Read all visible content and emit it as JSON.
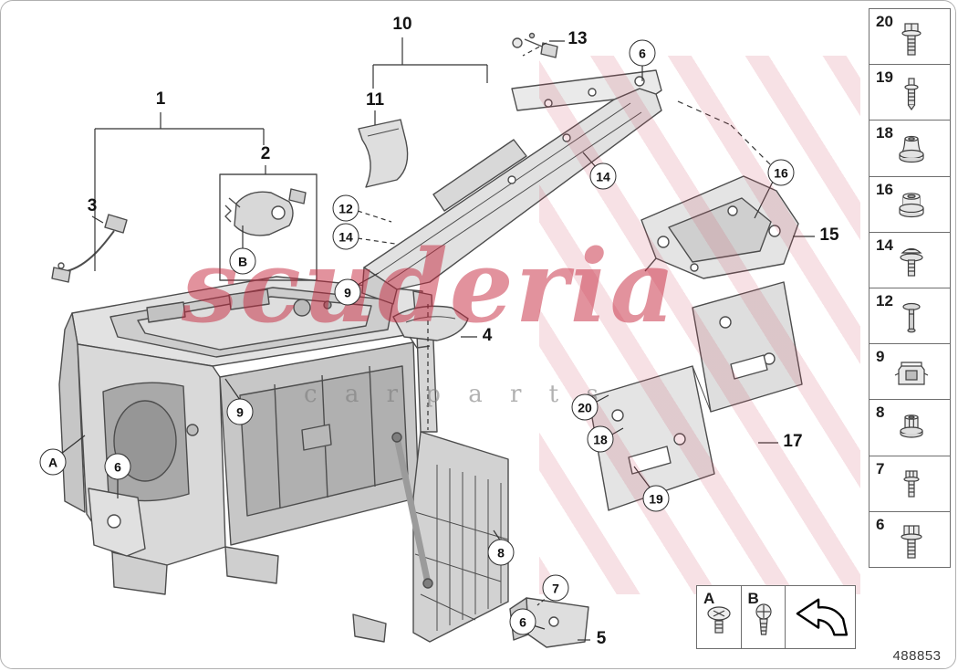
{
  "watermark": {
    "title": "scuderia",
    "subtitle": "c a r   p a r t s"
  },
  "part_number": "488853",
  "sidebar": {
    "items": [
      {
        "label": "20",
        "icon": "hex-flange-bolt-icon"
      },
      {
        "label": "19",
        "icon": "weld-stud-icon"
      },
      {
        "label": "18",
        "icon": "flange-nut-tall-icon"
      },
      {
        "label": "16",
        "icon": "grommet-nut-icon"
      },
      {
        "label": "14",
        "icon": "washer-head-screw-icon"
      },
      {
        "label": "12",
        "icon": "plastic-rivet-icon"
      },
      {
        "label": "9",
        "icon": "cage-clip-icon"
      },
      {
        "label": "8",
        "icon": "flange-nut-icon"
      },
      {
        "label": "7",
        "icon": "hex-bolt-icon"
      },
      {
        "label": "6",
        "icon": "hex-flange-screw-icon"
      }
    ]
  },
  "legend": {
    "a_label": "A",
    "b_label": "B",
    "arrow_icon": "direction-arrow-icon"
  },
  "callouts": {
    "plain": [
      {
        "label": "1"
      },
      {
        "label": "2"
      },
      {
        "label": "3"
      },
      {
        "label": "4"
      },
      {
        "label": "5"
      },
      {
        "label": "10"
      },
      {
        "label": "11"
      },
      {
        "label": "13"
      },
      {
        "label": "15"
      },
      {
        "label": "17"
      }
    ],
    "circled": [
      {
        "label": "6"
      },
      {
        "label": "14"
      },
      {
        "label": "16"
      },
      {
        "label": "12"
      },
      {
        "label": "14"
      },
      {
        "label": "B"
      },
      {
        "label": "9"
      },
      {
        "label": "9"
      },
      {
        "label": "A"
      },
      {
        "label": "6"
      },
      {
        "label": "20"
      },
      {
        "label": "18"
      },
      {
        "label": "19"
      },
      {
        "label": "8"
      },
      {
        "label": "7"
      },
      {
        "label": "6"
      }
    ]
  }
}
